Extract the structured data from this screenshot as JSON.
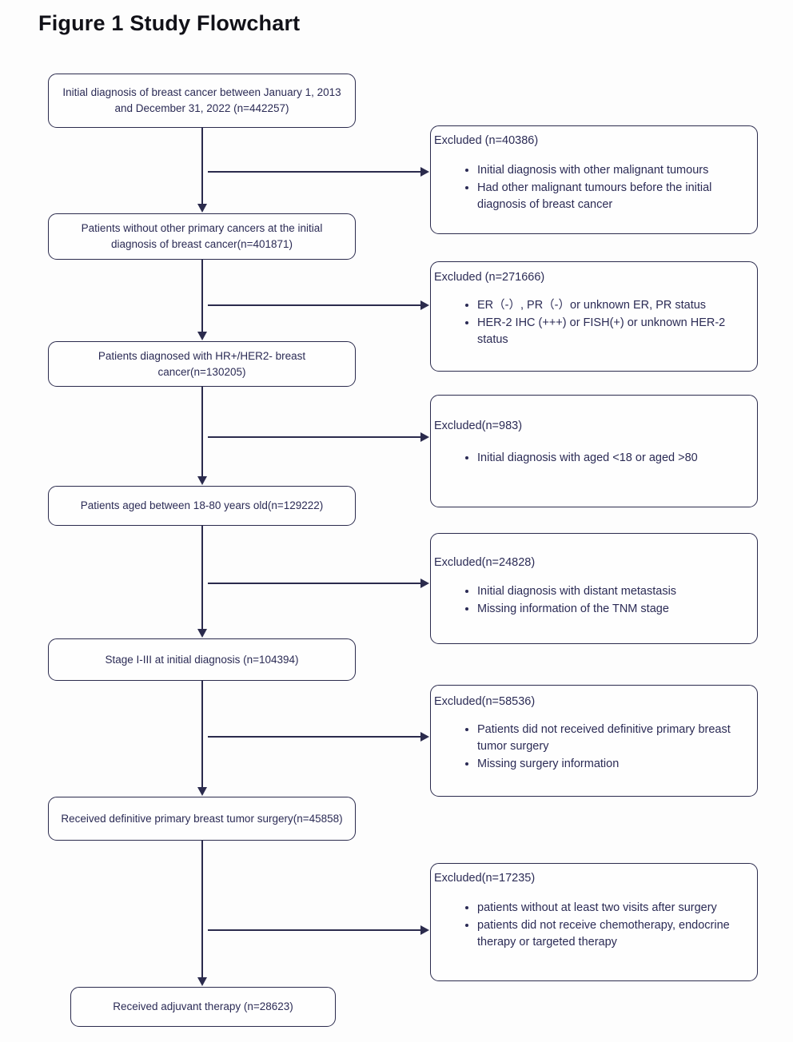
{
  "figure": {
    "title": "Figure 1 Study Flowchart",
    "type": "flowchart",
    "text_color": "#2b2b55",
    "border_color": "#2b2b4d",
    "background": "#fdfdfd"
  },
  "flow_steps": [
    {
      "id": "step-initial-diagnosis",
      "text": "Initial diagnosis of breast cancer between January 1, 2013 and December 31, 2022  (n=442257)",
      "n": 442257
    },
    {
      "id": "step-no-other-primary",
      "text": "Patients without other primary cancers  at the initial diagnosis of breast cancer(n=401871)",
      "n": 401871
    },
    {
      "id": "step-hr-positive-her2-negative",
      "text": "Patients diagnosed with HR+/HER2- breast cancer(n=130205)",
      "n": 130205
    },
    {
      "id": "step-age-18-80",
      "text": "Patients aged between 18-80 years old(n=129222)",
      "n": 129222
    },
    {
      "id": "step-stage-i-iii",
      "text": "Stage I-III at initial diagnosis (n=104394)",
      "n": 104394
    },
    {
      "id": "step-definitive-surgery",
      "text": "Received definitive primary breast tumor surgery(n=45858)",
      "n": 45858
    },
    {
      "id": "step-adjuvant-therapy",
      "text": "Received adjuvant therapy  (n=28623)",
      "n": 28623
    }
  ],
  "exclusions": [
    {
      "id": "excluded-other-tumours",
      "title": "Excluded (n=40386)",
      "n": 40386,
      "reasons": [
        "Initial diagnosis with other malignant tumours",
        "Had other malignant tumours before the initial diagnosis of breast cancer"
      ]
    },
    {
      "id": "excluded-receptor-status",
      "title": "Excluded (n=271666)",
      "n": 271666,
      "reasons": [
        "ER（-）, PR（-）or unknown ER, PR status",
        "HER-2 IHC (+++) or FISH(+) or unknown HER-2 status"
      ]
    },
    {
      "id": "excluded-age",
      "title": "Excluded(n=983)",
      "n": 983,
      "reasons": [
        "Initial diagnosis with aged <18 or aged >80"
      ]
    },
    {
      "id": "excluded-metastasis-tnm",
      "title": "Excluded(n=24828)",
      "n": 24828,
      "reasons": [
        "Initial diagnosis with distant metastasis",
        "Missing information of the TNM stage"
      ]
    },
    {
      "id": "excluded-surgery",
      "title": "Excluded(n=58536)",
      "n": 58536,
      "reasons": [
        "Patients did not received definitive primary breast tumor surgery",
        "Missing surgery information"
      ]
    },
    {
      "id": "excluded-followup-therapy",
      "title": "Excluded(n=17235)",
      "n": 17235,
      "reasons": [
        "patients without at least two visits after surgery",
        "patients did not receive chemotherapy, endocrine therapy or targeted therapy"
      ]
    }
  ]
}
